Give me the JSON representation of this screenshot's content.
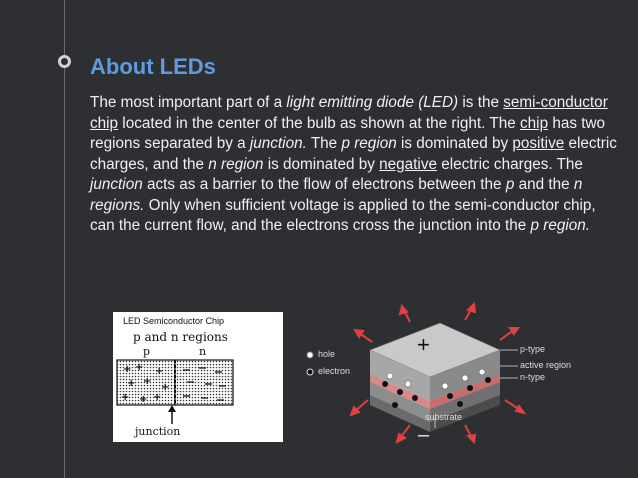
{
  "slide": {
    "title": "About LEDs",
    "para": {
      "t1": "The most important part of a ",
      "t2": "light emitting diode (LED)",
      "t3": " is the ",
      "t4": "semi-conductor chip",
      "t5": " located in the center of the bulb as shown at the right. The ",
      "t6": "chip",
      "t7": " has two regions separated by a ",
      "t8": "junction.",
      "t9": " The ",
      "t10": "p region",
      "t11": " is dominated by ",
      "t12": "positive",
      "t13": " electric charges, and the ",
      "t14": "n region",
      "t15": " is dominated by ",
      "t16": "negative",
      "t17": " electric charges. The ",
      "t18": "junction",
      "t19": " acts as a barrier to the flow of electrons between the ",
      "t20": "p",
      "t21": " and the ",
      "t22": "n regions.",
      "t23": " Only when sufficient voltage is applied to the semi-conductor chip, can the current flow, and the electrons cross the junction into the ",
      "t24": "p region."
    }
  },
  "chip_diagram": {
    "title": "LED Semiconductor Chip",
    "subtitle": "p and n regions",
    "label_p": "p",
    "label_n": "n",
    "label_junction": "junction"
  },
  "led_diagram": {
    "legend_hole": "hole",
    "legend_electron": "electron",
    "plus": "+",
    "minus": "–",
    "label_ptype": "p-type",
    "label_active": "active region",
    "label_ntype": "n-type",
    "label_substrate": "substrate"
  },
  "colors": {
    "background": "#2d2f33",
    "title": "#5f9be0",
    "text": "#f0f0f0"
  }
}
